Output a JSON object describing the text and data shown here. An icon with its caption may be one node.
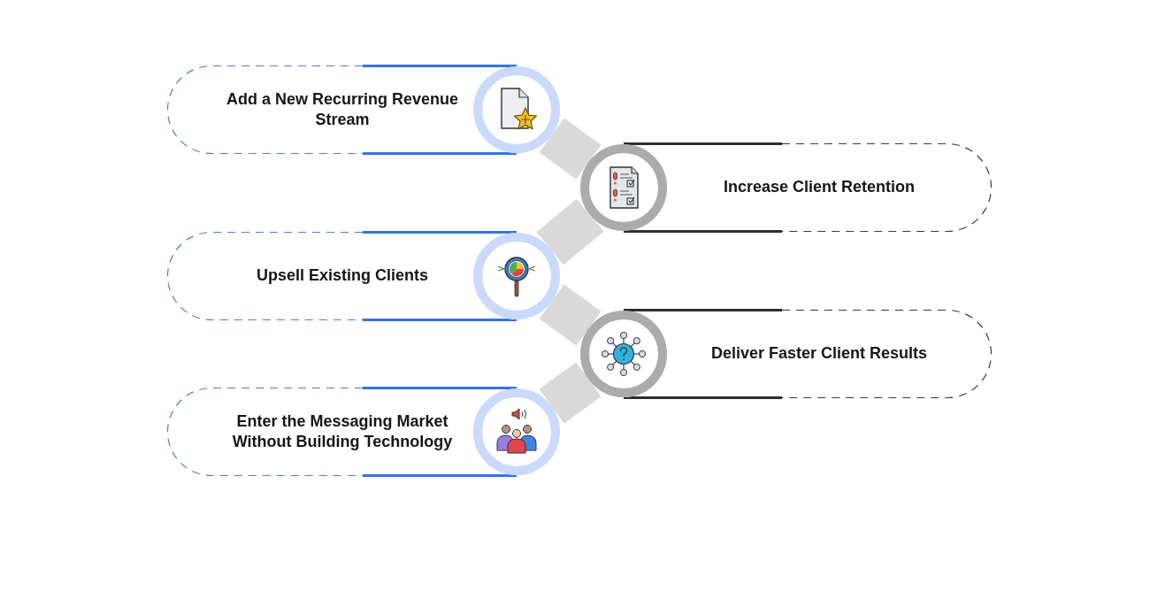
{
  "diagram": {
    "nodes": [
      {
        "text": [
          "Add a New Recurring Revenue Stream"
        ]
      },
      {
        "text": [
          "Increase Client Retention"
        ]
      },
      {
        "text": [
          "Upsell Existing Clients"
        ]
      },
      {
        "text": [
          "Deliver Faster Client Results"
        ]
      },
      {
        "text": [
          "Enter the Messaging Market Without Building Technology"
        ]
      }
    ],
    "edges": [
      {
        "from": 0,
        "to": 1,
        "arrow": "none"
      },
      {
        "from": 1,
        "to": 2,
        "arrow": "none"
      },
      {
        "from": 2,
        "to": 3,
        "arrow": "none"
      },
      {
        "from": 3,
        "to": 4,
        "arrow": "none"
      }
    ]
  }
}
